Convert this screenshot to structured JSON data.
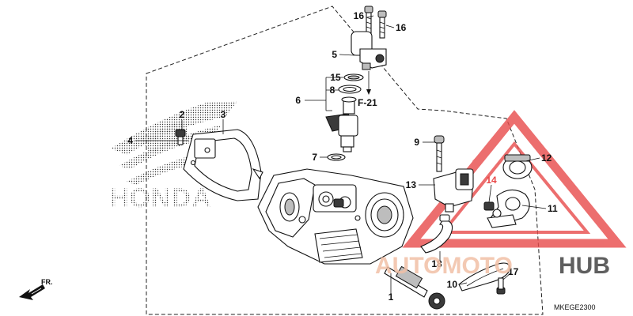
{
  "callouts": [
    {
      "id": "c16a",
      "label": "16"
    },
    {
      "id": "c16b",
      "label": "16"
    },
    {
      "id": "c5",
      "label": "5"
    },
    {
      "id": "c15",
      "label": "15"
    },
    {
      "id": "c8",
      "label": "8"
    },
    {
      "id": "c6",
      "label": "6"
    },
    {
      "id": "c7",
      "label": "7"
    },
    {
      "id": "c2",
      "label": "2"
    },
    {
      "id": "c3",
      "label": "3"
    },
    {
      "id": "c4",
      "label": "4"
    },
    {
      "id": "c9",
      "label": "9"
    },
    {
      "id": "c12",
      "label": "12"
    },
    {
      "id": "c13",
      "label": "13"
    },
    {
      "id": "c14",
      "label": "14"
    },
    {
      "id": "c11",
      "label": "11"
    },
    {
      "id": "c18",
      "label": "18"
    },
    {
      "id": "c10",
      "label": "10"
    },
    {
      "id": "c17",
      "label": "17"
    },
    {
      "id": "c1",
      "label": "1"
    }
  ],
  "reference": "F-21",
  "drawing_code": "MKEGE2300",
  "direction": "FR.",
  "brand_background": "HONDA",
  "watermark": {
    "part1": "AUTOMOTO",
    "part2": "HUB"
  },
  "colors": {
    "line": "#111111",
    "watermark_red": "#e84a4a",
    "watermark_peach": "#f2c0a6"
  }
}
